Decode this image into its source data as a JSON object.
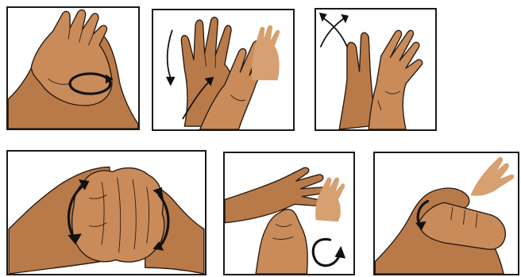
{
  "steps": [
    {
      "id": 1,
      "action": "palm-to-palm",
      "motion": "circular"
    },
    {
      "id": 2,
      "action": "palm-over-back-interlaced-fingers",
      "motion": "up-and-down"
    },
    {
      "id": 3,
      "action": "palm-to-palm-fingers-interlaced",
      "motion": "crossing"
    },
    {
      "id": 4,
      "action": "backs-of-fingers-interlocked",
      "motion": "rotational"
    },
    {
      "id": 5,
      "action": "rotational-rubbing-of-thumb",
      "motion": "circular"
    },
    {
      "id": 6,
      "action": "fingertips-rub-in-palm",
      "motion": "circular"
    }
  ],
  "colors": {
    "skin": "#c98b5a",
    "skin_shadow": "#b97a4a",
    "outline": "#2a1a0e",
    "arrow": "#111111",
    "frame": "#1a1a1a"
  },
  "icons": [
    "circular-arrow-icon",
    "up-down-arrow-icon",
    "cross-arrow-icon",
    "rotation-arrow-icon"
  ]
}
